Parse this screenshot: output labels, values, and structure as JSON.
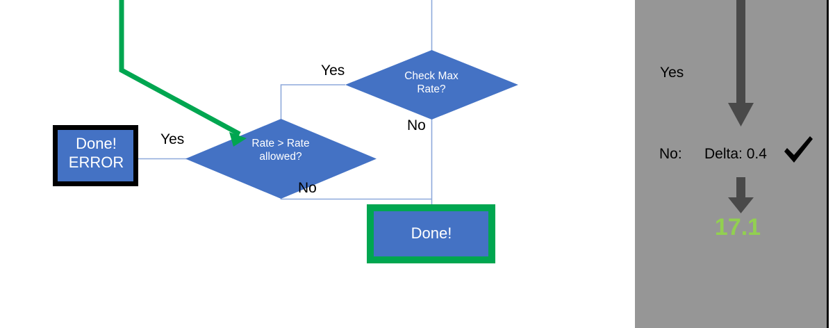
{
  "flowchart": {
    "nodes": {
      "check_max_rate": {
        "label": "Check Max\nRate?",
        "shape": "diamond",
        "fill": "#4472C4"
      },
      "rate_gt_allowed": {
        "label": "Rate > Rate\nallowed?",
        "shape": "diamond",
        "fill": "#4472C4"
      },
      "done_error": {
        "label": "Done!\nERROR",
        "shape": "rect",
        "fill": "#4472C4",
        "border": "#000000"
      },
      "done_ok": {
        "label": "Done!",
        "shape": "rect",
        "fill": "#4472C4",
        "border": "#00A650"
      }
    },
    "edge_labels": {
      "check_max_yes": "Yes",
      "check_max_no": "No",
      "rate_gt_yes": "Yes",
      "rate_gt_no": "No"
    },
    "colors": {
      "node_fill": "#4472C4",
      "connector": "#8EA9DB",
      "highlight_green": "#00A650",
      "black_border": "#000000",
      "canvas": "#FFFFFF"
    }
  },
  "panel": {
    "background": "#969696",
    "border": "#0D0D0D",
    "yes_label": "Yes",
    "no_label": "No:",
    "delta_label": "Delta: 0.4",
    "check_icon": "check-mark",
    "value": "17.1",
    "value_color": "#92D050",
    "arrow_color": "#494949"
  }
}
